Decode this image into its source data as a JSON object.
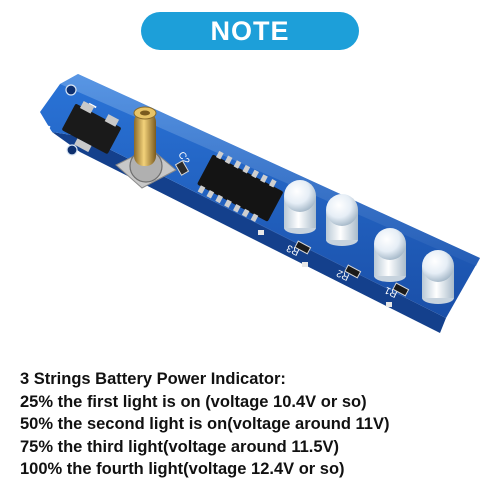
{
  "banner": {
    "text": "NOTE",
    "color": "#1d9fd9"
  },
  "photo": {
    "board_color": "#1f5fc2",
    "silkscreen": {
      "minus": "−",
      "plus": "+",
      "c2": "C2",
      "r3": "R3",
      "r2": "R2",
      "r1": "R1"
    }
  },
  "caption": {
    "title": "3 Strings Battery Power Indicator:",
    "lines": [
      "25% the first light is on (voltage 10.4V or so)",
      "50% the second light is on(voltage around 11V)",
      "75% the third light(voltage around 11.5V)",
      "100% the fourth light(voltage 12.4V or so)"
    ]
  }
}
